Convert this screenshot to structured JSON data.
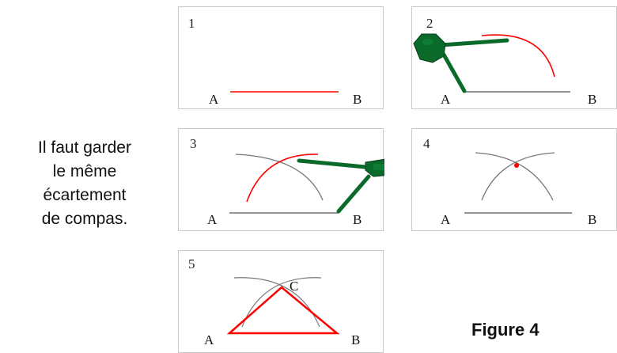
{
  "note": [
    "Il faut garder",
    "le même",
    "écartement",
    "de compas."
  ],
  "caption": "Figure 4",
  "labels": {
    "a": "A",
    "b": "B",
    "c": "C"
  },
  "panels": [
    {
      "number": "1"
    },
    {
      "number": "2"
    },
    {
      "number": "3"
    },
    {
      "number": "4"
    },
    {
      "number": "5"
    }
  ],
  "colors": {
    "accent": "#ff0000",
    "compass": "#0a6a2a",
    "line": "#555555",
    "arc": "#777777"
  }
}
